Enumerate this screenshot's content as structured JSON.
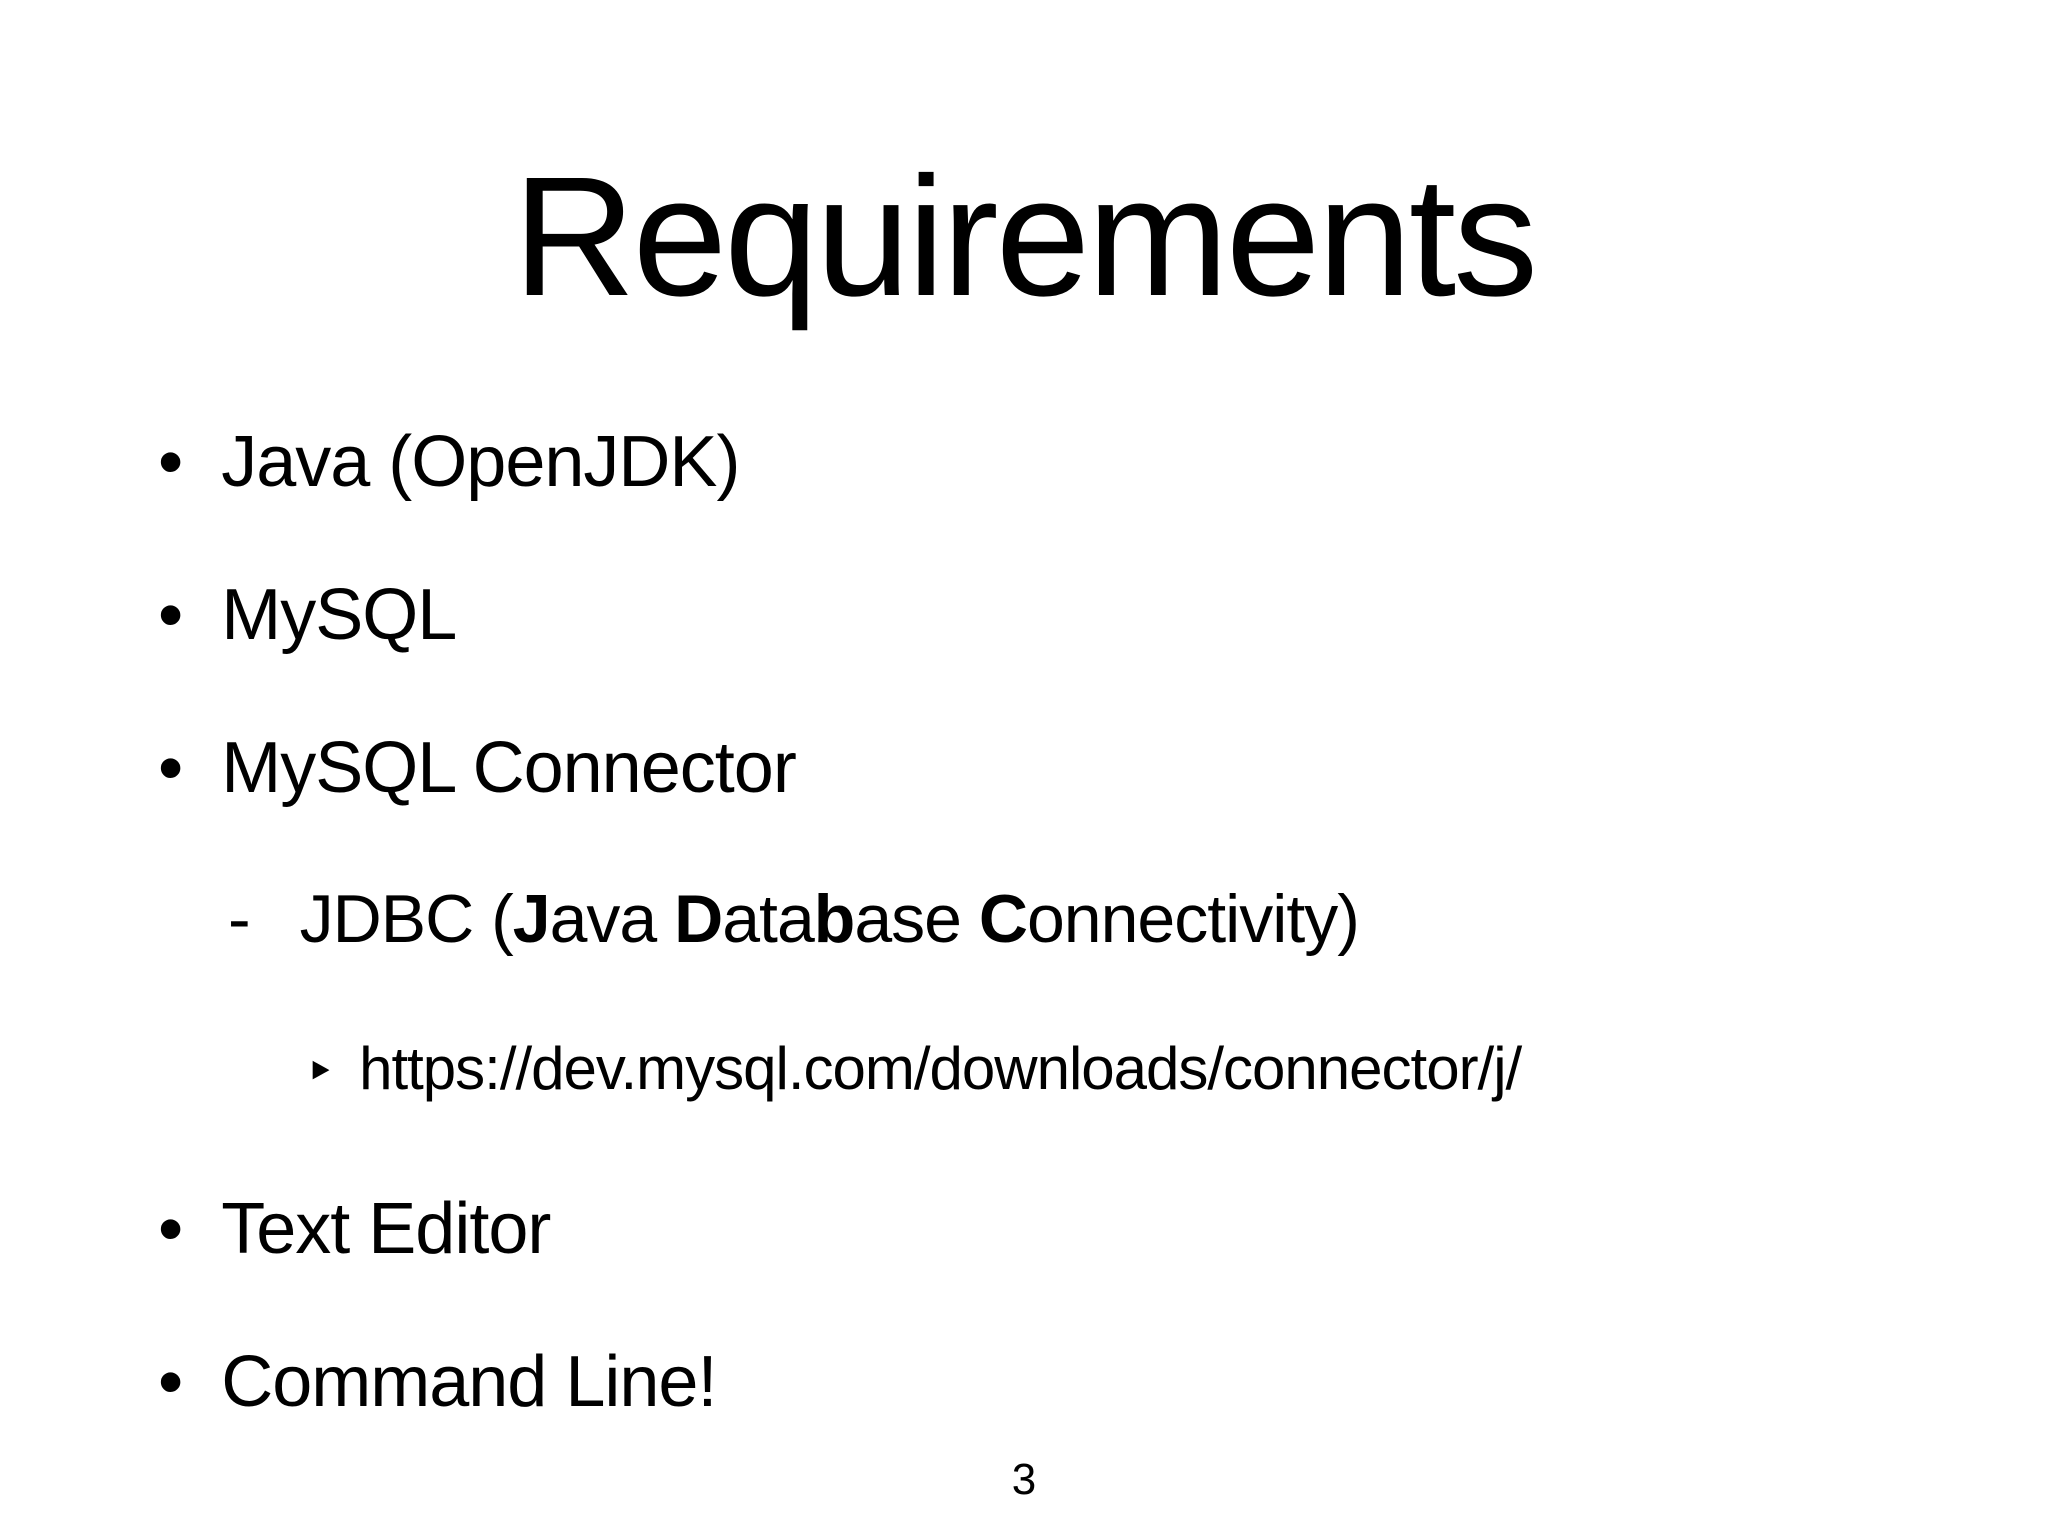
{
  "slide": {
    "title": "Requirements",
    "markers": {
      "dot": "•",
      "dash": "-",
      "triangle": "‣"
    },
    "bullets": [
      {
        "level": 1,
        "marker": "dot",
        "text": "Java (OpenJDK)"
      },
      {
        "level": 1,
        "marker": "dot",
        "text": "MySQL"
      },
      {
        "level": 1,
        "marker": "dot",
        "text": "MySQL Connector"
      },
      {
        "level": 2,
        "marker": "dash",
        "text": "JDBC (Java Database Connectivity)",
        "rich": [
          {
            "t": "JDBC ("
          },
          {
            "t": "J",
            "b": true
          },
          {
            "t": "ava "
          },
          {
            "t": "D",
            "b": true
          },
          {
            "t": "ata"
          },
          {
            "t": "b",
            "b": true
          },
          {
            "t": "ase "
          },
          {
            "t": "C",
            "b": true
          },
          {
            "t": "onnectivity)"
          }
        ]
      },
      {
        "level": 3,
        "marker": "triangle",
        "text": "https://dev.mysql.com/downloads/connector/j/"
      },
      {
        "level": 1,
        "marker": "dot",
        "text": "Text Editor"
      },
      {
        "level": 1,
        "marker": "dot",
        "text": "Command Line!"
      }
    ],
    "page_number": "3",
    "colors": {
      "background": "#ffffff",
      "text": "#000000"
    }
  }
}
